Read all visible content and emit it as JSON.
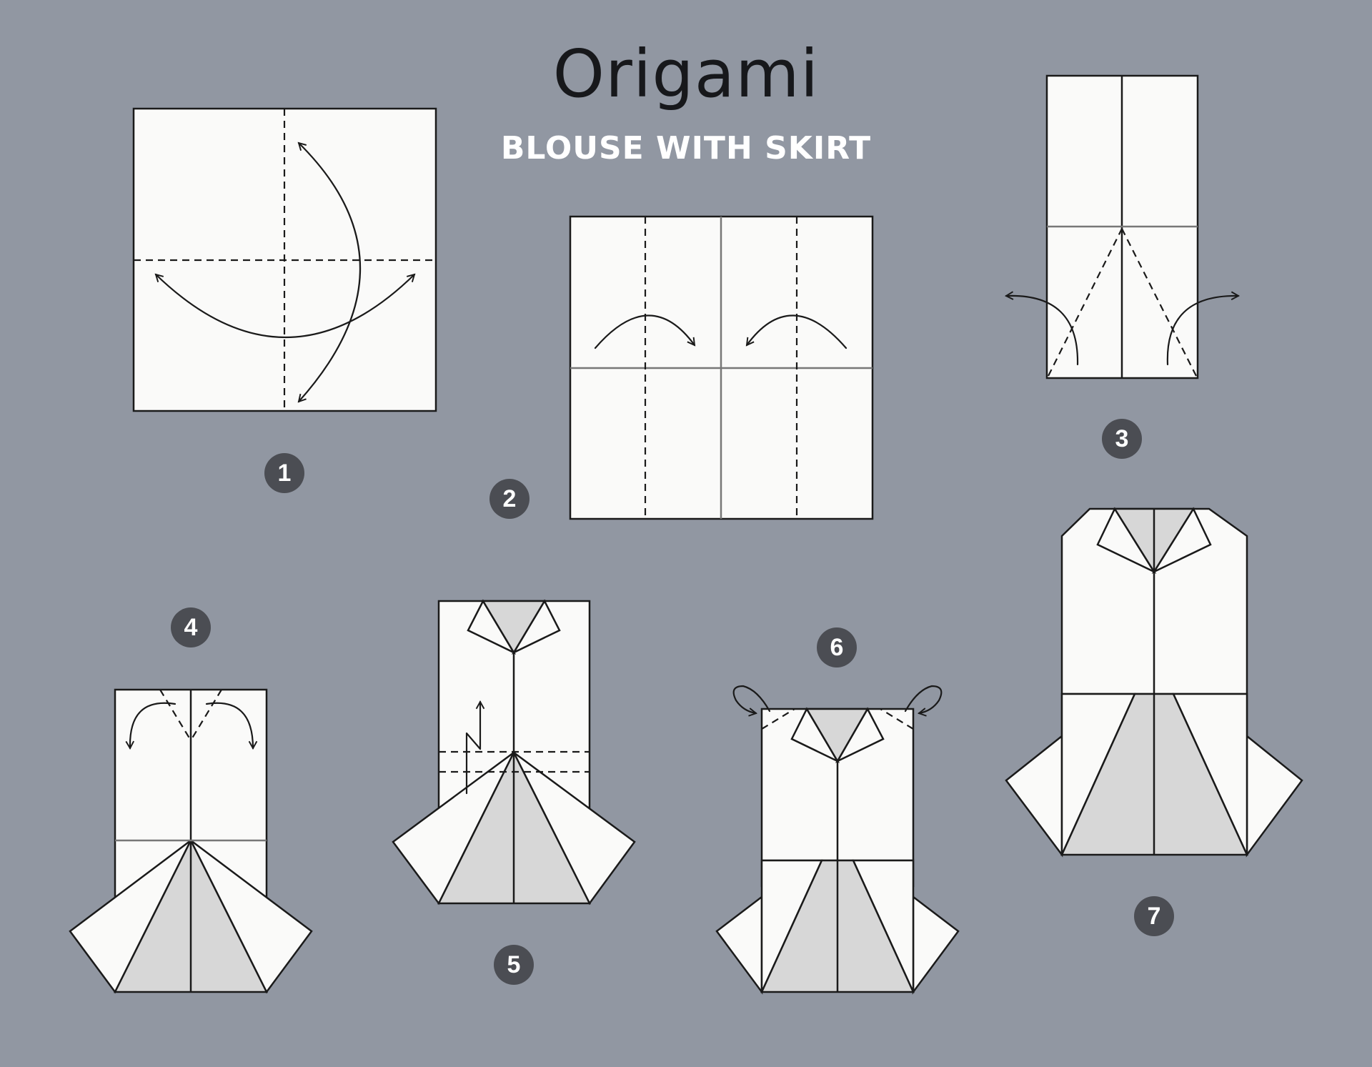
{
  "title": "Origami",
  "subtitle": "BLOUSE WITH SKIRT",
  "steps": [
    {
      "number": "1"
    },
    {
      "number": "2"
    },
    {
      "number": "3"
    },
    {
      "number": "4"
    },
    {
      "number": "5"
    },
    {
      "number": "6"
    },
    {
      "number": "7"
    }
  ],
  "colors": {
    "background": "#9197a2",
    "paper": "#fafaf9",
    "paper_shade": "#d7d7d7",
    "outline": "#1a1a1a",
    "badge": "#4b4d53",
    "title": "#17181b",
    "subtitle": "#ffffff"
  }
}
